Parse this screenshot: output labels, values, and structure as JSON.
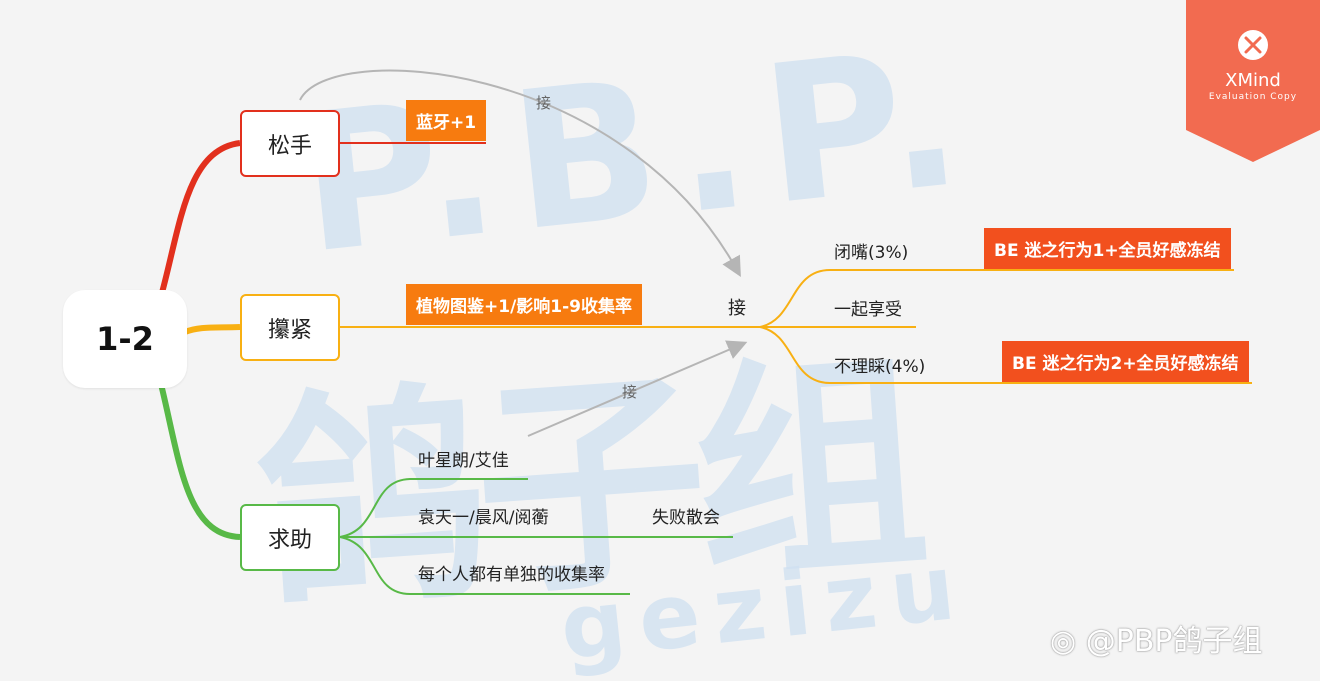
{
  "root": {
    "label": "1-2"
  },
  "branches": [
    {
      "label": "松手",
      "color": "#e2301d"
    },
    {
      "label": "攥紧",
      "color": "#f8b013"
    },
    {
      "label": "求助",
      "color": "#58b947"
    }
  ],
  "tags": {
    "bluetooth": "蓝牙+1",
    "plant_book": "植物图鉴+1/影响1-9收集率",
    "be1": "BE 迷之行为1+全员好感冻结",
    "be2": "BE 迷之行为2+全员好感冻结"
  },
  "topics": {
    "jie_center": "接",
    "bizui": "闭嘴(3%)",
    "yiqi": "一起享受",
    "bulicai": "不理睬(4%)",
    "yexinglang": "叶星朗/艾佳",
    "yuantianyi": "袁天一/晨风/阅蘅",
    "shibai": "失败散会",
    "meigeren": "每个人都有单独的收集率"
  },
  "relationship_labels": {
    "top": "接",
    "bottom": "接"
  },
  "watermark": {
    "letters": "P.B.P.",
    "chars": "鸽子组",
    "latin": "gezizu"
  },
  "xmind_badge": {
    "title": "XMind",
    "subtitle": "Evaluation Copy",
    "color": "#f26b50"
  },
  "weibo": {
    "text": "@PBP鸽子组"
  },
  "colors": {
    "red": "#e2301d",
    "orange": "#f8b013",
    "green": "#58b947",
    "tag_orange": "#f77b0f",
    "tag_red": "#f2501e",
    "arrow_gray": "#b5b5b5"
  }
}
